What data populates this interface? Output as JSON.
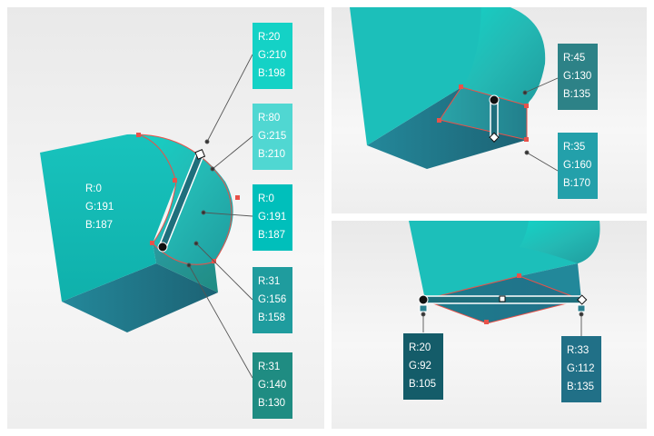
{
  "panels": {
    "left": {
      "inline_label": {
        "r": "R:0",
        "g": "G:191",
        "b": "B:187"
      },
      "swatches": [
        {
          "r": "R:20",
          "g": "G:210",
          "b": "B:198",
          "color": "#14d2c6"
        },
        {
          "r": "R:80",
          "g": "G:215",
          "b": "B:210",
          "color": "#50d7d2"
        },
        {
          "r": "R:0",
          "g": "G:191",
          "b": "B:187",
          "color": "#00bfbb"
        },
        {
          "r": "R:31",
          "g": "G:156",
          "b": "B:158",
          "color": "#1f9c9e"
        },
        {
          "r": "R:31",
          "g": "G:140",
          "b": "B:130",
          "color": "#1f8c82"
        }
      ]
    },
    "top_right": {
      "swatches": [
        {
          "r": "R:45",
          "g": "G:130",
          "b": "B:135",
          "color": "#2d8287"
        },
        {
          "r": "R:35",
          "g": "G:160",
          "b": "B:170",
          "color": "#23a0aa"
        }
      ]
    },
    "bottom_right": {
      "swatches": [
        {
          "r": "R:20",
          "g": "G:92",
          "b": "B:105",
          "color": "#145c69"
        },
        {
          "r": "R:33",
          "g": "G:112",
          "b": "B:135",
          "color": "#217087"
        }
      ]
    }
  },
  "colors": {
    "face_teal": "#1cbfba",
    "bottom_face": "#1e6f80",
    "anchor_red": "#e8524a",
    "leader_line": "#555555",
    "handle_bar": "#145c69"
  }
}
